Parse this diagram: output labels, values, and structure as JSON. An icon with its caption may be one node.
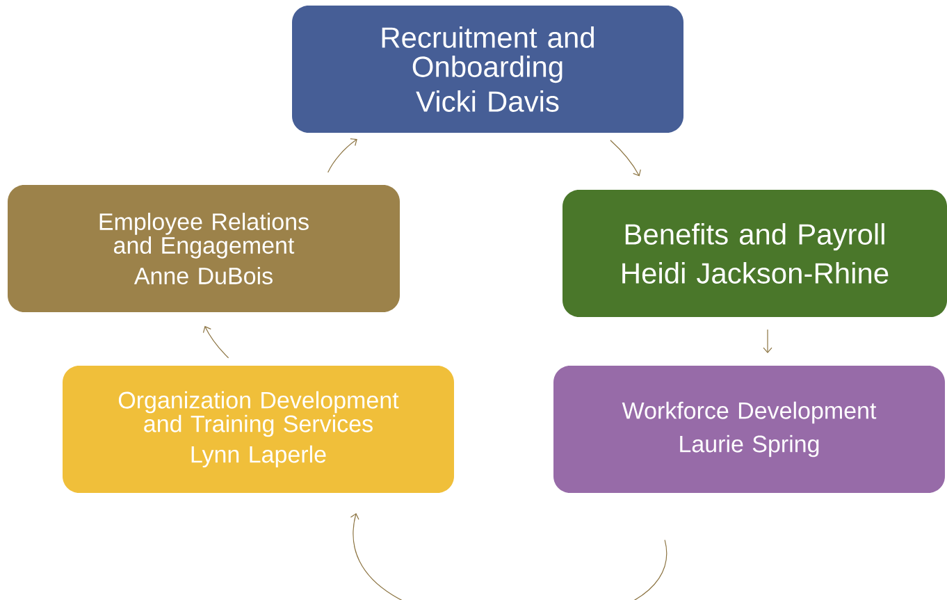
{
  "diagram": {
    "nodes": [
      {
        "text": [
          "Recruitment and Onboarding",
          "Vicki Davis"
        ]
      },
      {
        "text": [
          "Benefits and Payroll",
          "Heidi Jackson-Rhine"
        ]
      },
      {
        "text": [
          "Workforce Development",
          "Laurie Spring"
        ]
      },
      {
        "text": [
          "Organization Development and Training Services",
          "Lynn Laperle"
        ]
      },
      {
        "text": [
          "Employee Relations and Engagement",
          "Anne DuBois"
        ]
      }
    ],
    "edges": [
      {
        "from": 0,
        "to": 1,
        "arrow": "to"
      },
      {
        "from": 1,
        "to": 2,
        "arrow": "to"
      },
      {
        "from": 2,
        "to": 3,
        "arrow": "to"
      },
      {
        "from": 3,
        "to": 4,
        "arrow": "to"
      },
      {
        "from": 4,
        "to": 0,
        "arrow": "to"
      }
    ]
  }
}
